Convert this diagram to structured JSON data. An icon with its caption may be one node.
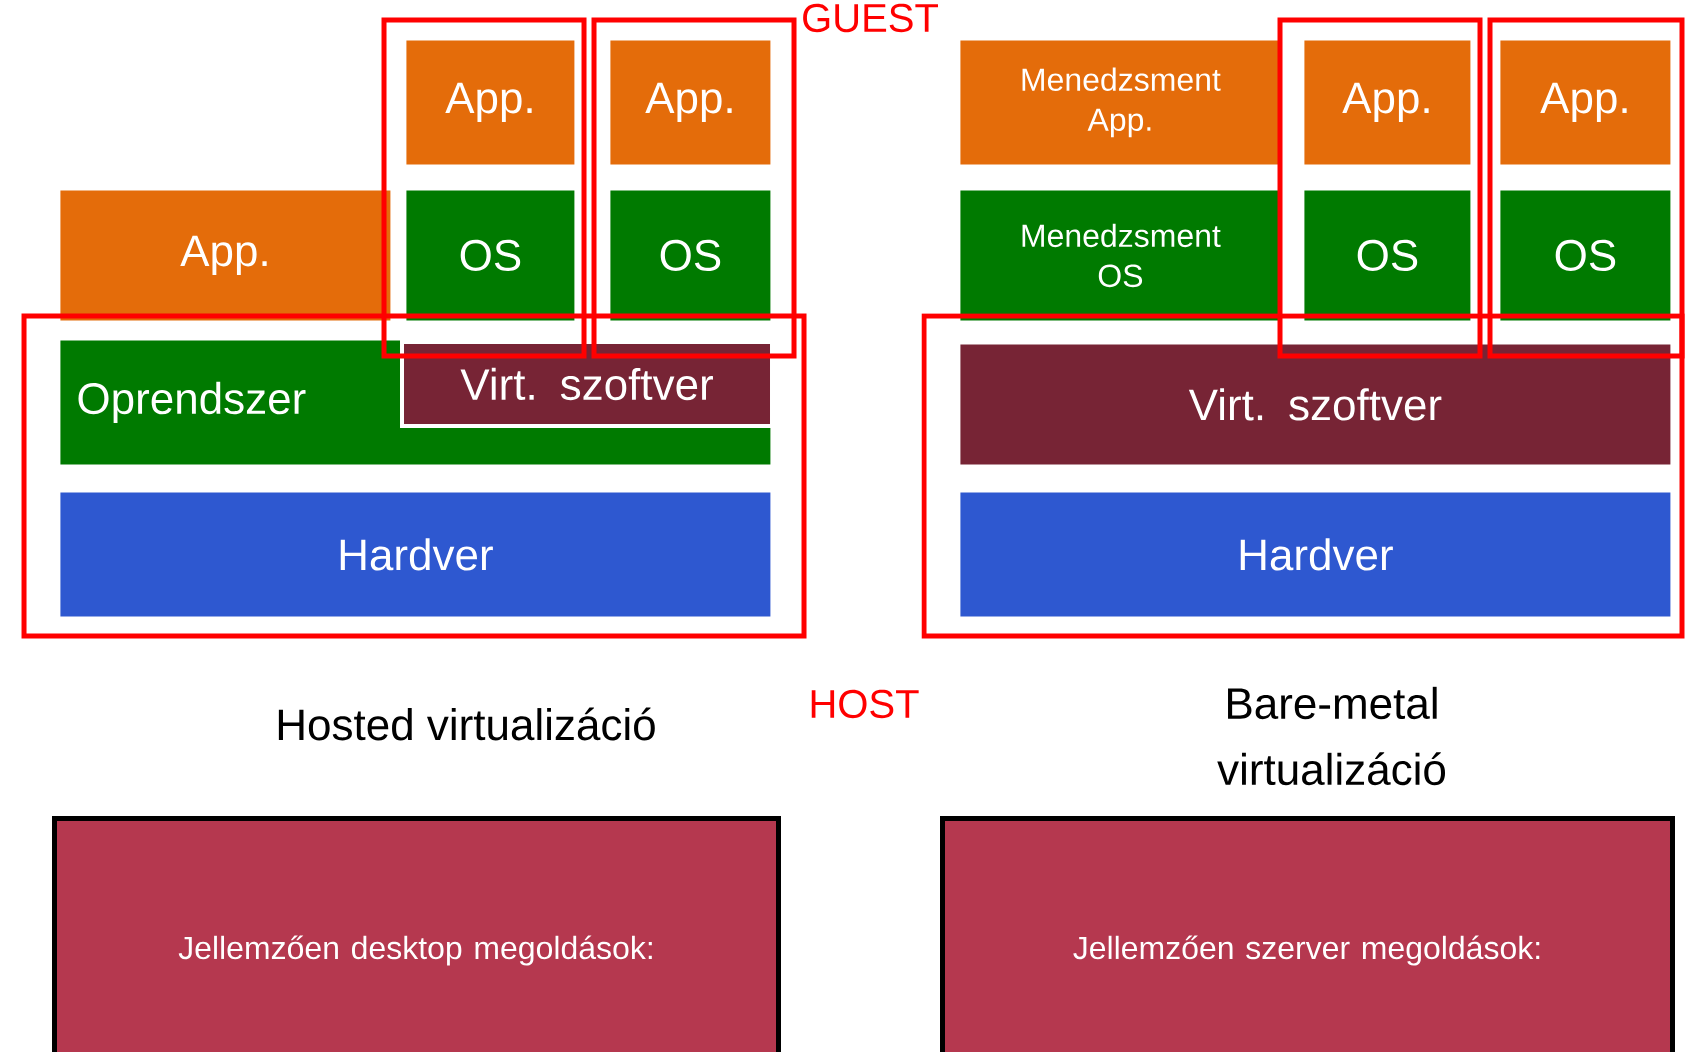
{
  "diagram": {
    "nodes": [
      {
        "text": [
          "App."
        ]
      },
      {
        "text": [
          "App."
        ]
      },
      {
        "text": [
          "App."
        ]
      },
      {
        "text": [
          "OS"
        ]
      },
      {
        "text": [
          "OS"
        ]
      },
      {
        "text": [
          "Oprendszer"
        ]
      },
      {
        "text": [
          "Virt. szoftver"
        ],
        "in": 5
      },
      {
        "text": [
          "Hardver"
        ]
      },
      {
        "text": [
          "Menedzsment App."
        ]
      },
      {
        "text": [
          "App."
        ]
      },
      {
        "text": [
          "App."
        ]
      },
      {
        "text": [
          "Menedzsment OS"
        ]
      },
      {
        "text": [
          "OS"
        ]
      },
      {
        "text": [
          "OS"
        ]
      },
      {
        "text": [
          "Virt. szoftver"
        ]
      },
      {
        "text": [
          "Hardver"
        ]
      },
      {
        "text": [
          "Jellemzően desktop megoldások:"
        ]
      },
      {
        "text": [
          "Jellemzően szerver megoldások:"
        ]
      }
    ],
    "labels": [
      "GUEST",
      "HOST",
      "Hosted virtualizáció",
      "Bare-metal virtualizáció"
    ]
  }
}
